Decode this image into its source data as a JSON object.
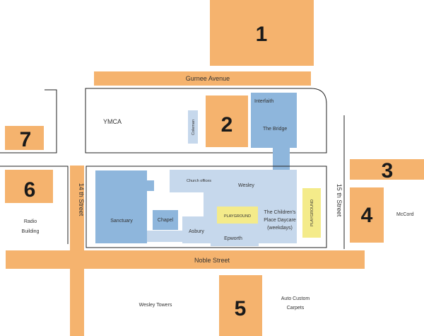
{
  "colors": {
    "lot": "#F5B36E",
    "road": "#F5B36E",
    "building_dark": "#8EB6DC",
    "building_light": "#C6D8EC",
    "playground": "#F4EB8A",
    "outline": "#222222"
  },
  "lots": {
    "lot1": "1",
    "lot2": "2",
    "lot3": "3",
    "lot4": "4",
    "lot5": "5",
    "lot6": "6",
    "lot7": "7"
  },
  "streets": {
    "gurnee": "Gurnee Avenue",
    "noble": "Noble Street",
    "fourteenth": "14 th Street",
    "fifteenth": "15 th Street"
  },
  "labels": {
    "ymca": "YMCA",
    "interfaith": "Interfaith",
    "the_bridge": "The Bridge",
    "sanctuary": "Sanctuary",
    "chapel": "Chapel",
    "asbury": "Asbury",
    "epworth": "Epworth",
    "church_offices": "Church offices",
    "wesley": "Wesley",
    "daycare_line1": "The Children's",
    "daycare_line2": "Place Daycare",
    "daycare_line3": "(weekdays)",
    "playground_1": "PLAYGROUND",
    "playground_2": "PLAYGROUND",
    "radio_line1": "Radio",
    "radio_line2": "Building",
    "mccord": "McCord",
    "wesley_towers": "Wesley Towers",
    "auto_line1": "Auto Custom",
    "auto_line2": "Carpets",
    "coleman": "Coleman"
  }
}
